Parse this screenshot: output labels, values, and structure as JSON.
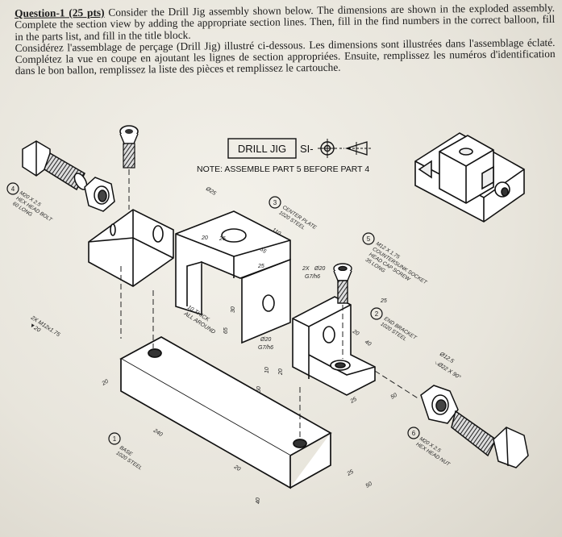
{
  "question": {
    "title": "Question-1 (25 pts)",
    "english_text": " Consider the Drill Jig assembly shown below. The dimensions are shown in the exploded assembly. Complete the section view by adding the appropriate section lines. Then, fill in the find numbers in the correct balloon, fill in the parts list, and fill in the title block.",
    "french_text": "Considérez l'assemblage de perçage (Drill Jig) illustré ci-dessous. Les dimensions sont illustrées dans l'assemblage éclaté. Complétez la vue en coupe en ajoutant les lignes de section appropriées. Ensuite, remplissez les numéros d'identification dans le bon ballon, remplissez la liste des pièces et remplissez le cartouche."
  },
  "drawing": {
    "title": "DRILL JIG",
    "projection_symbol": "SI-",
    "note": "NOTE: ASSEMBLE PART 5 BEFORE PART 4"
  },
  "parts": [
    {
      "number": "1",
      "line1": "BASE",
      "line2": "1020 STEEL"
    },
    {
      "number": "2",
      "line1": "END BRACKET",
      "line2": "1020 STEEL"
    },
    {
      "number": "3",
      "line1": "CENTER PLATE",
      "line2": "1020 STEEL"
    },
    {
      "number": "4",
      "line1": "M20 X 2.5",
      "line2": "HEX HEAD BOLT",
      "line3": "60 LONG"
    },
    {
      "number": "5",
      "line1": "M12 X 1.75",
      "line2": "COUNTERSUNK SOCKET",
      "line3": "HEAD CAP SCREW",
      "line4": "35 LONG"
    },
    {
      "number": "6",
      "line1": "M20 X 2.5",
      "line2": "HEX HEAD NUT"
    }
  ],
  "dimensions": {
    "d_top": "Ø25",
    "d_20": "20",
    "d_25": "25",
    "d_55": "55",
    "d_110": "110",
    "d_25b": "25",
    "d_2x": "2X",
    "d_fit1": "Ø20",
    "d_fit1b": "G7/h6",
    "d_thick1": "10 THICK",
    "d_thick2": "ALL AROUND",
    "d_30": "30",
    "d_65": "65",
    "d_fit2": "Ø20",
    "d_fit2b": "G7/h6",
    "d_10": "10",
    "d_20b": "20",
    "d_60": "60",
    "d_tap1": "2X M12x1.75",
    "d_tap2": "▼20",
    "d_20c": "20",
    "d_240": "240",
    "d_20d": "20",
    "d_40": "40",
    "d_25c": "25",
    "d_50": "50",
    "d_25d": "25",
    "d_40b": "40",
    "d_20e": "20",
    "d_25e": "25",
    "d_50b": "50",
    "d_csk1": "Ø12.5",
    "d_csk2": "⌵Ø22 X 90°"
  }
}
